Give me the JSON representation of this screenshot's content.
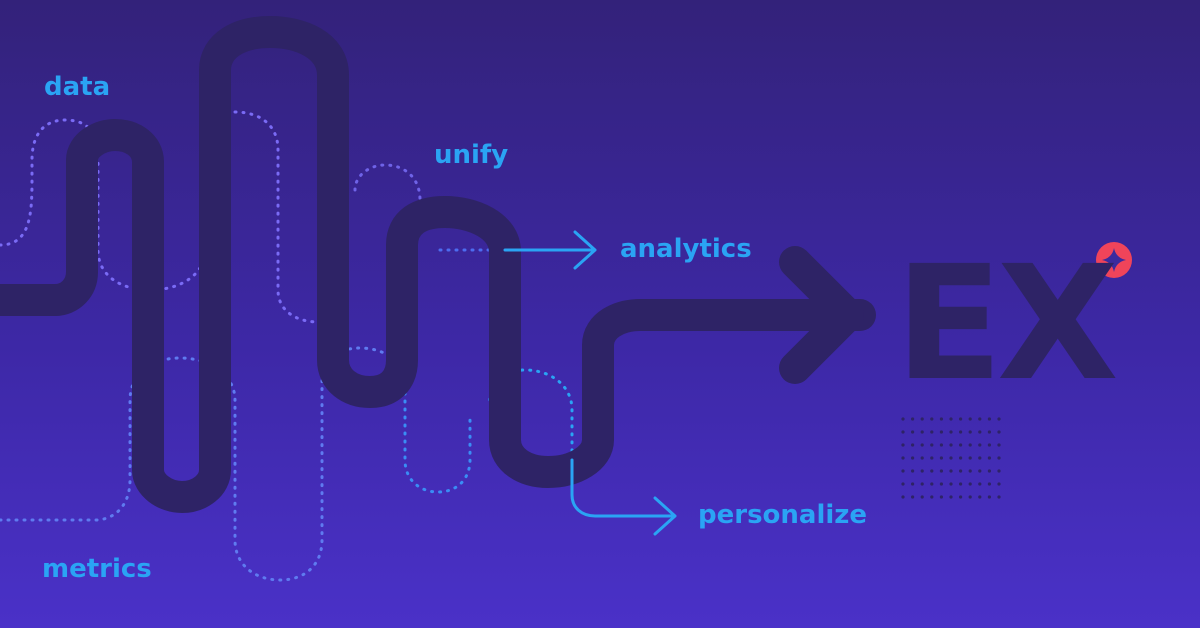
{
  "labels": {
    "data": "data",
    "unify": "unify",
    "analytics": "analytics",
    "personalize": "personalize",
    "metrics": "metrics"
  },
  "logo": {
    "text": "EX"
  },
  "colors": {
    "background_top": "#33227a",
    "background_bottom": "#4a31c8",
    "path_dark": "#2e2366",
    "label_blue": "#2aa4f4",
    "dotted_purple": "#7a6bf5",
    "dotted_blue": "#3a8df5",
    "accent_red": "#f0445a"
  },
  "icons": {
    "sparkle": "sparkle-star-icon",
    "arrow": "arrow-right-icon"
  }
}
